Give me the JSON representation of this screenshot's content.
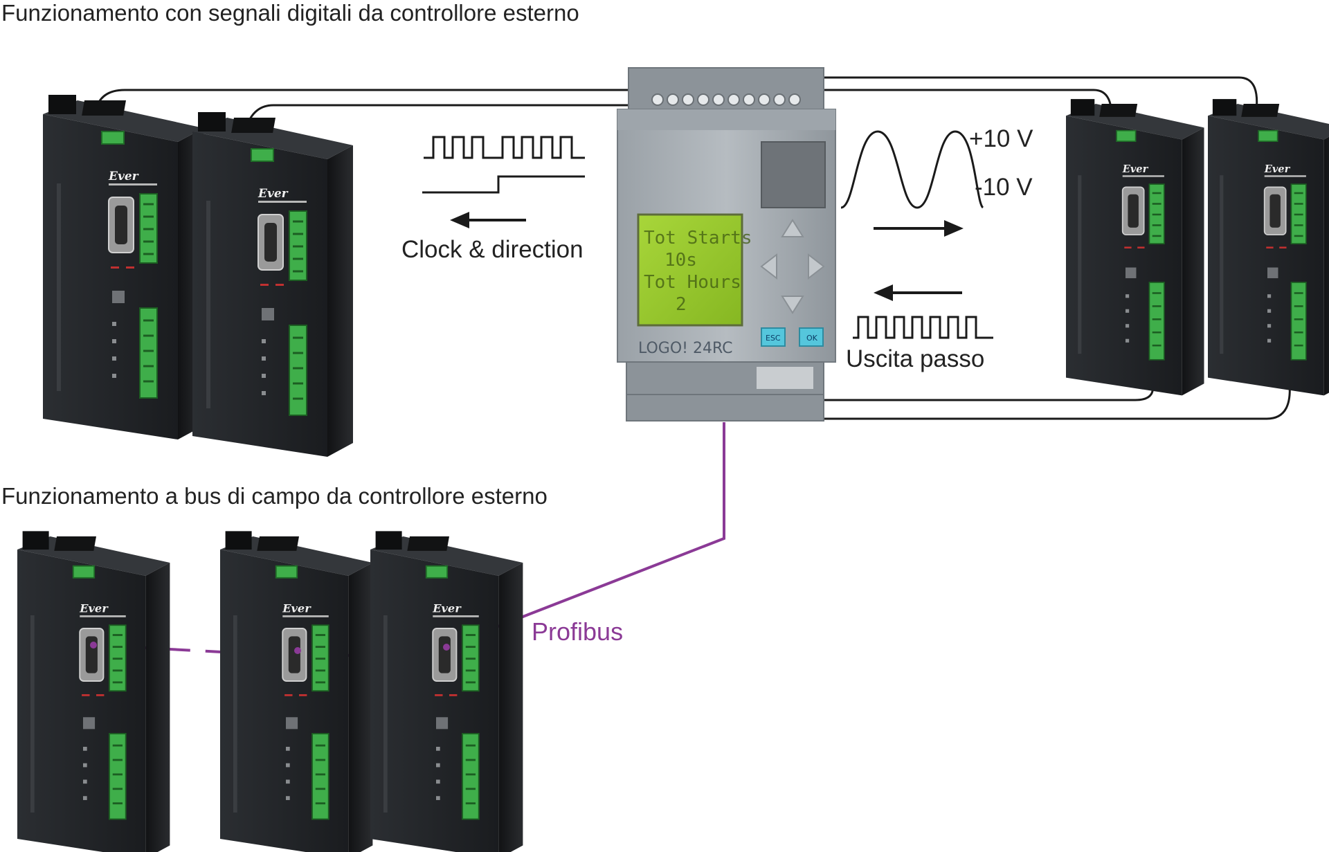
{
  "titles": {
    "digital": "Funzionamento con segnali digitali da controllore esterno",
    "fieldbus": "Funzionamento a bus di campo da controllore esterno"
  },
  "labels": {
    "clock_direction": "Clock & direction",
    "plus_10v": "+10 V",
    "minus_10v": "-10 V",
    "step_output": "Uscita passo",
    "profibus": "Profibus"
  },
  "plc": {
    "logo": "LOGO! 24RC",
    "lcd_lines": [
      "Tot Starts",
      "10s",
      "Tot Hours",
      "2"
    ],
    "esc_label": "ESC",
    "ok_label": "OK"
  },
  "drive": {
    "brand": "Ever"
  },
  "colors": {
    "wire": "#1a1a1a",
    "profibus": "#8b3a96",
    "drive_body": "#1f2124",
    "terminal_green": "#3fae4a",
    "plc_body": "#a9b0b6",
    "lcd_green": "#9ccc2e",
    "button_cyan": "#55c6dc"
  }
}
